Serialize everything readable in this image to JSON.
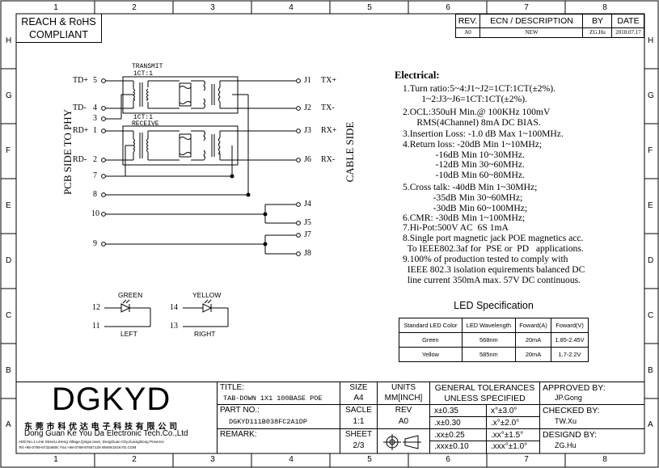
{
  "drawing": {
    "compliance": [
      "REACH & RoHS",
      "COMPLIANT"
    ],
    "zones_horizontal": [
      "1",
      "2",
      "3",
      "4",
      "5",
      "6",
      "7",
      "8"
    ],
    "zones_vertical": [
      "H",
      "G",
      "F",
      "E",
      "D",
      "C",
      "B",
      "A"
    ]
  },
  "revision_table": {
    "headers": [
      "REV.",
      "ECN / DESCRIPTION",
      "BY",
      "DATE"
    ],
    "row": [
      "A0",
      "NEW",
      "ZG.Hu",
      "2018.07.17"
    ]
  },
  "schematic": {
    "left_side_label": "PCB SIDE TO PHY",
    "right_side_label": "CABLE SIDE",
    "transmit_label": [
      "TRANSMIT",
      "1CT:1"
    ],
    "receive_label": [
      "1CT:1",
      "RECEIVE"
    ],
    "left_pins": [
      {
        "name": "TD+",
        "num": "5"
      },
      {
        "name": "TD-",
        "num": "4"
      },
      {
        "name": "",
        "num": "3"
      },
      {
        "name": "RD+",
        "num": "1"
      },
      {
        "name": "RD-",
        "num": "2"
      },
      {
        "name": "",
        "num": "7"
      },
      {
        "name": "",
        "num": "8"
      },
      {
        "name": "",
        "num": "10"
      },
      {
        "name": "",
        "num": "9"
      }
    ],
    "right_pins": [
      {
        "num": "J1",
        "name": "TX+"
      },
      {
        "num": "J2",
        "name": "TX-"
      },
      {
        "num": "J3",
        "name": "RX+"
      },
      {
        "num": "J6",
        "name": "RX-"
      },
      {
        "num": "J4",
        "name": ""
      },
      {
        "num": "J5",
        "name": ""
      },
      {
        "num": "J7",
        "name": ""
      },
      {
        "num": "J8",
        "name": ""
      }
    ],
    "led_green": {
      "label": "GREEN",
      "pin_a": "12",
      "pin_b": "11",
      "side": "LEFT"
    },
    "led_yellow": {
      "label": "YELLOW",
      "pin_a": "14",
      "pin_b": "13",
      "side": "RIGHT"
    }
  },
  "electrical": {
    "title": "Electrical:",
    "lines": [
      "1.Turn ratio:5~4:J1~J2=1CT:1CT(±2%).",
      "        1~2:J3~J6=1CT:1CT(±2%).",
      "2.OCL:350uH Min.@ 100KHz 100mV",
      "      RMS(4Channel) 8mA DC BIAS.",
      "3.Insertion Loss: -1.0 dB Max 1~100MHz.",
      "4.Return loss: -20dB Min 1~10MHz;",
      "              -16dB Min 10~30MHz.",
      "              -12dB Min 30~60MHz.",
      "              -10dB Min 60~80MHz.",
      "5.Cross talk: -40dB Min 1~30MHz;",
      "             -35dB Min 30~60MHz;",
      "             -30dB Min 60~100MHz;",
      "6.CMR: -30dB Min 1~100MHz;",
      "7.Hi-Pot:500V AC  6S 1mA",
      "8.Single port magnetic jack POE magnetics acc.",
      "  To IEEE802.3af for  PSE or  PD   applications.",
      "9.100% of production tested to comply with",
      "  IEEE 802.3 isolation equirements balanced DC",
      "  line current 350mA max. 57V DC continuous."
    ]
  },
  "led_spec": {
    "title": "LED Specification",
    "headers": [
      "Standard LED Color",
      "LED Wavelength",
      "Foward(A)",
      "Foward(V)"
    ],
    "rows": [
      [
        "Green",
        "568nm",
        "20mA",
        "1.85-2.45V"
      ],
      [
        "Yellow",
        "585nm",
        "20mA",
        "1.7-2.2V"
      ]
    ]
  },
  "title_block": {
    "logo": "DGKYD",
    "company_cn": "东 莞 市 科 优 达 电 子 科 技 有 限 公 司",
    "company_en": "Dong Guan Ke You Da Electronic Tech.Co.,Ltd",
    "address": "ADD:No.1 LiHe Street,LiHeng Village,Qingxi town, DongGuan City,GuangDong Province",
    "contact": "Tel:+86-0769-87334608; Fax:+86-0769-87847129  WWW.DGKYD.COM",
    "title_label": "TITLE:",
    "title_value": "TAB-DOWN 1X1 100BASE POE",
    "size_label": "SIZE",
    "size_value": "A4",
    "units_label": "UNITS",
    "units_value": "MM[INCH]",
    "part_label": "PART NO.:",
    "part_value": "DGKYD111B038FC2A1DP",
    "scale_label": "SACLE",
    "scale_value": "1:1",
    "rev_label": "REV",
    "rev_value": "A0",
    "remark_label": "REMARK:",
    "sheet_label": "SHEET",
    "sheet_value": "2/3",
    "tol_title": [
      "GENERAL TOLERANCES",
      "UNLESS SPECIFIED"
    ],
    "tolerances": [
      [
        "x±0.35",
        "x°±3.0°"
      ],
      [
        ".x±0.30",
        ".x°±2.0°"
      ],
      [
        ".xx±0.25",
        ".xx°±1.5°"
      ],
      [
        ".xxx±0.10",
        ".xxx°±1.0°"
      ]
    ],
    "approved_label": "APPROVED BY:",
    "approved_value": "JP.Gong",
    "checked_label": "CHECKED BY:",
    "checked_value": "TW.Xu",
    "designed_label": "DESIGND BY:",
    "designed_value": "ZG.Hu"
  }
}
